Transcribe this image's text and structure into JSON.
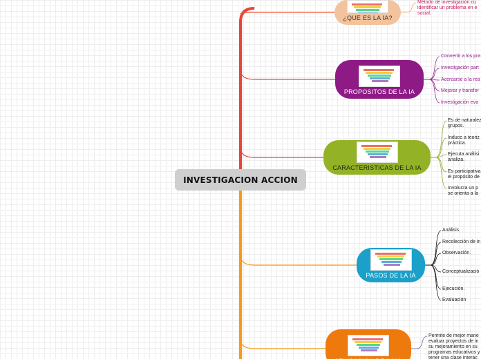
{
  "root": {
    "label": "INVESTIGACION ACCION"
  },
  "branches": [
    {
      "label": "¿QUE ES LA IA?",
      "color": "#f4a07a",
      "node_color": "#f2c39c",
      "text_color": "#4a3328",
      "image": "colorful-notes-image",
      "leaves": [
        "Método de investigación cu\nidentificar un problema en e\nsocial."
      ]
    },
    {
      "label": "PROPOSITOS DE LA IA",
      "color": "#9b1d91",
      "node_color": "#8e1a86",
      "text_color": "#ffffff",
      "image": "document-slide-image",
      "leaves": [
        "Convertir a los pra",
        "Investigación part",
        "Acercarse a la rea",
        "Mejorar y transfor",
        "Investigación eva"
      ]
    },
    {
      "label": "CARACTERISTICAS DE LA IA",
      "color": "#8aa81d",
      "node_color": "#94b226",
      "text_color": "#1f2a08",
      "image": "colored-figures-image",
      "leaves": [
        "Es de naturalez\ngrupos.",
        "Induce a teoriz\npráctica.",
        "Ejecuta análisi\nanaliza.",
        "Es participativa\nel propósito de",
        "Involucra un p\nse orienta a la"
      ]
    },
    {
      "label": "PASOS DE LA IA",
      "color": "#111111",
      "node_color": "#1ba0c9",
      "text_color": "#ffffff",
      "image": "staircase-diagram-image",
      "leaves": [
        "Análisis.",
        "Recolección de in",
        "Observación.",
        "Conceptualizació",
        "Ejecución.",
        "Evaluación"
      ]
    },
    {
      "label": "APLICACION DE LA IA",
      "color": "#6a6a9e",
      "node_color": "#ee7a0e",
      "text_color": "#ffffff",
      "image": "gears-icons-image",
      "leaves": [
        "Permite de mejor mane\nevaluar proyectos de in\nsu mejoramiento en su\nprogramas educativos y\ntener una clase interac"
      ]
    }
  ]
}
